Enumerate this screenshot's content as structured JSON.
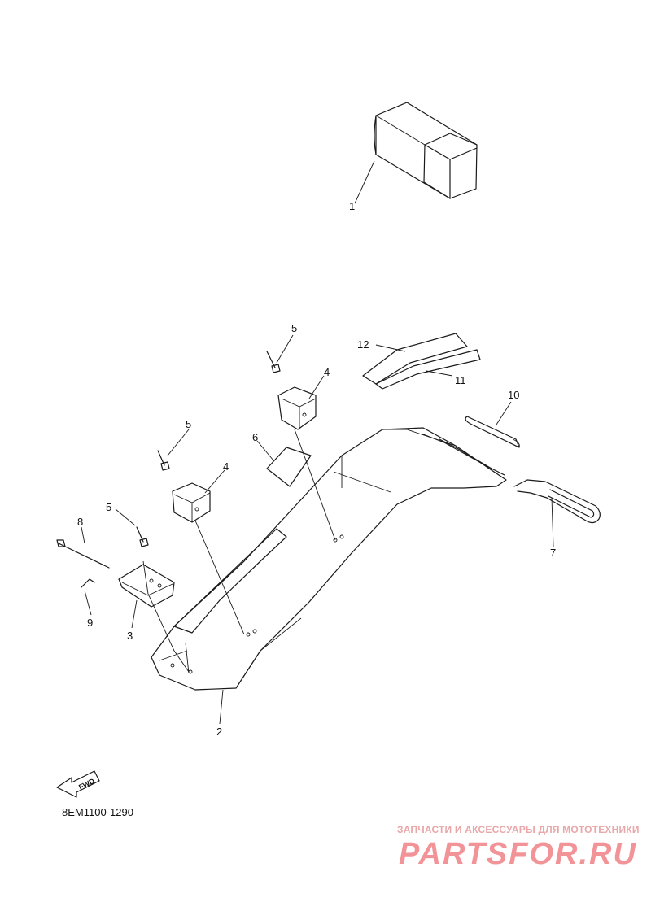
{
  "callouts": [
    {
      "id": "1",
      "label": "1"
    },
    {
      "id": "2",
      "label": "2"
    },
    {
      "id": "3",
      "label": "3"
    },
    {
      "id": "4a",
      "label": "4"
    },
    {
      "id": "4b",
      "label": "4"
    },
    {
      "id": "5a",
      "label": "5"
    },
    {
      "id": "5b",
      "label": "5"
    },
    {
      "id": "5c",
      "label": "5"
    },
    {
      "id": "6",
      "label": "6"
    },
    {
      "id": "7",
      "label": "7"
    },
    {
      "id": "8",
      "label": "8"
    },
    {
      "id": "9",
      "label": "9"
    },
    {
      "id": "10",
      "label": "10"
    },
    {
      "id": "11",
      "label": "11"
    },
    {
      "id": "12",
      "label": "12"
    }
  ],
  "diagram_code": "8EM1100-1290",
  "fwd_label": "FWD",
  "watermark": {
    "tagline": "ЗАПЧАСТИ И АКСЕССУАРЫ ДЛЯ МОТОТЕХНИКИ",
    "logo_text": "PARTSFOR.RU",
    "color": "#e8525a"
  }
}
